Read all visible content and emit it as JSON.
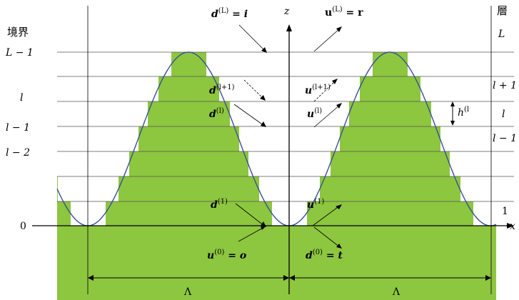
{
  "labels": {
    "left_header": "境界",
    "right_header": "層",
    "z_axis": "z",
    "x_axis": "x",
    "left_L1": "L − 1",
    "left_l": "l",
    "left_lm1": "l − 1",
    "left_lm2": "l − 2",
    "left_0": "0",
    "right_L": "L",
    "right_lp1": "l + 1",
    "right_l": "l",
    "right_lm1": "l − 1",
    "right_1": "1",
    "h_label": "h",
    "h_sup": "(l",
    "lambda_left": "Λ",
    "lambda_right": "Λ"
  },
  "vectors": {
    "dL_base": "d",
    "dL_sup": "(L)",
    "dL_rhs": " = i",
    "uL_base": "u",
    "uL_sup": "(L)",
    "uL_rhs": " = r",
    "dlp1_base": "d",
    "dlp1_sup": "(l+1)",
    "dl_base": "d",
    "dl_sup": "(l)",
    "ulp1_base": "u",
    "ulp1_sup": "(l+1)",
    "ul_base": "u",
    "ul_sup": "(l)",
    "d1_base": "d",
    "d1_sup": "(1)",
    "u1_base": "u",
    "u1_sup": "(1)",
    "u0_base": "u",
    "u0_sup": "(0)",
    "u0_rhs": " = o",
    "d0_base": "d",
    "d0_sup": "(0)",
    "d0_rhs": " = t"
  },
  "colors": {
    "fill": "#8dc63f",
    "curve": "#3a4f9a",
    "line": "#000000",
    "guide": "#555555"
  }
}
